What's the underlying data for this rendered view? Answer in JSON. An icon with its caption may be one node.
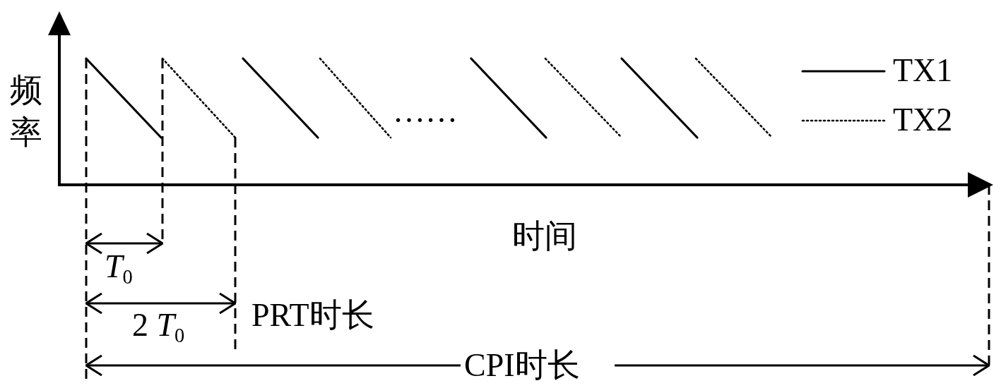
{
  "diagram": {
    "labels": [
      "频率",
      "……",
      "时间",
      "*T*$_{0}$",
      "2 *T*$_{0}$",
      "PRT时长",
      "CPI时长"
    ],
    "legend": [
      {
        "text": "TX1"
      },
      {
        "text": "TX2"
      }
    ]
  }
}
